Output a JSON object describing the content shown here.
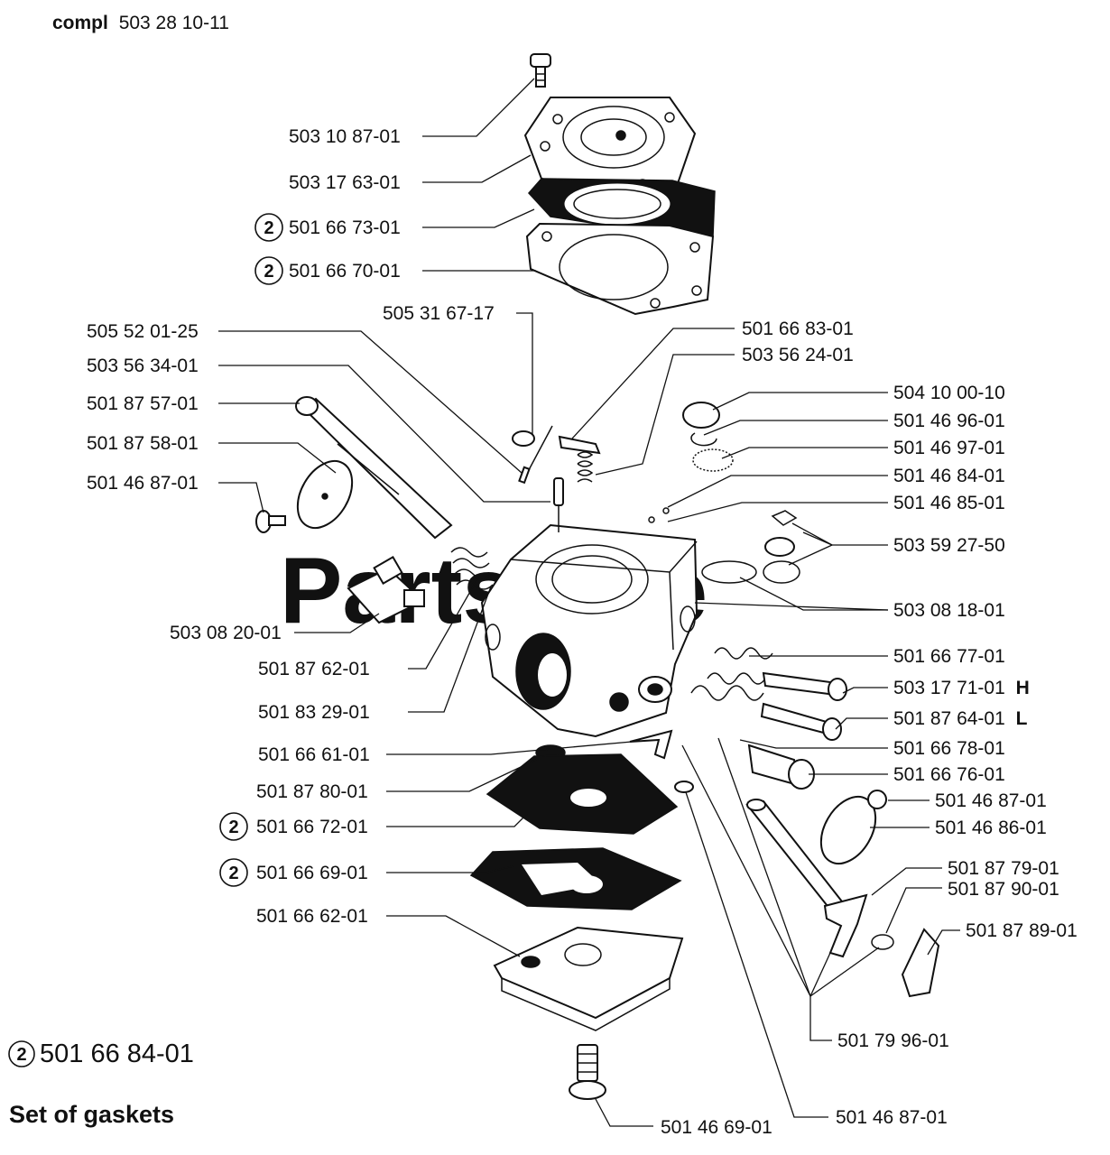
{
  "header": {
    "bold": "compl",
    "number": "503 28 10-11"
  },
  "watermark": "PartsTree",
  "footer": {
    "set_badge": "2",
    "set_number": "501 66 84-01",
    "set_caption": "Set of gaskets"
  },
  "labels": [
    {
      "id": "l1",
      "text": "503 10 87-01"
    },
    {
      "id": "l2",
      "text": "503 17 63-01"
    },
    {
      "id": "l3",
      "text": "501 66 73-01",
      "badge": "2"
    },
    {
      "id": "l4",
      "text": "501 66 70-01",
      "badge": "2"
    },
    {
      "id": "l5",
      "text": "505 31 67-17"
    },
    {
      "id": "l6",
      "text": "505 52 01-25"
    },
    {
      "id": "l7",
      "text": "503 56 34-01"
    },
    {
      "id": "l8",
      "text": "501 87 57-01"
    },
    {
      "id": "l9",
      "text": "501 87 58-01"
    },
    {
      "id": "l10",
      "text": "501 46 87-01"
    },
    {
      "id": "l11",
      "text": "501 66 83-01"
    },
    {
      "id": "l12",
      "text": "503 56 24-01"
    },
    {
      "id": "l13",
      "text": "504 10 00-10"
    },
    {
      "id": "l14",
      "text": "501 46 96-01"
    },
    {
      "id": "l15",
      "text": "501 46 97-01"
    },
    {
      "id": "l16",
      "text": "501 46 84-01"
    },
    {
      "id": "l17",
      "text": "501 46 85-01"
    },
    {
      "id": "l18",
      "text": "503 59 27-50"
    },
    {
      "id": "l19",
      "text": "503 08 18-01"
    },
    {
      "id": "l20",
      "text": "503 08 20-01"
    },
    {
      "id": "l21",
      "text": "501 87 62-01"
    },
    {
      "id": "l22",
      "text": "501 83 29-01"
    },
    {
      "id": "l23",
      "text": "501 66 77-01"
    },
    {
      "id": "l24",
      "text": "503 17 71-01",
      "suffix": "H"
    },
    {
      "id": "l25",
      "text": "501 87 64-01",
      "suffix": "L"
    },
    {
      "id": "l26",
      "text": "501 66 78-01"
    },
    {
      "id": "l27",
      "text": "501 66 61-01"
    },
    {
      "id": "l28",
      "text": "501 66 76-01"
    },
    {
      "id": "l29",
      "text": "501 87 80-01"
    },
    {
      "id": "l30",
      "text": "501 46 87-01"
    },
    {
      "id": "l31",
      "text": "501 66 72-01",
      "badge": "2"
    },
    {
      "id": "l32",
      "text": "501 46 86-01"
    },
    {
      "id": "l33",
      "text": "501 66 69-01",
      "badge": "2"
    },
    {
      "id": "l34",
      "text": "501 87 79-01"
    },
    {
      "id": "l35",
      "text": "501 87 90-01"
    },
    {
      "id": "l36",
      "text": "501 66 62-01"
    },
    {
      "id": "l37",
      "text": "501 87 89-01"
    },
    {
      "id": "l38",
      "text": "501 79 96-01"
    },
    {
      "id": "l39",
      "text": "501 46 69-01"
    },
    {
      "id": "l40",
      "text": "501 46 87-01"
    }
  ]
}
